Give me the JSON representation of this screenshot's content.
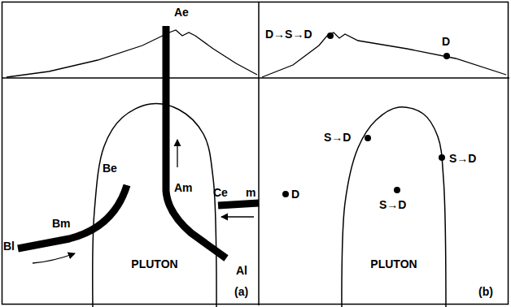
{
  "diagram": {
    "nodes": [
      {
        "text": [
          "PLUTON"
        ]
      },
      {
        "text": [
          "PLUTON"
        ]
      }
    ],
    "labels": [
      "Ae",
      "Be",
      "Am",
      "Bl",
      "Bm",
      "Ce",
      "m",
      "Al",
      "(a)",
      "D→S→D",
      "D",
      "D",
      "S→D",
      "S→D",
      "S→D",
      "(b)"
    ]
  }
}
